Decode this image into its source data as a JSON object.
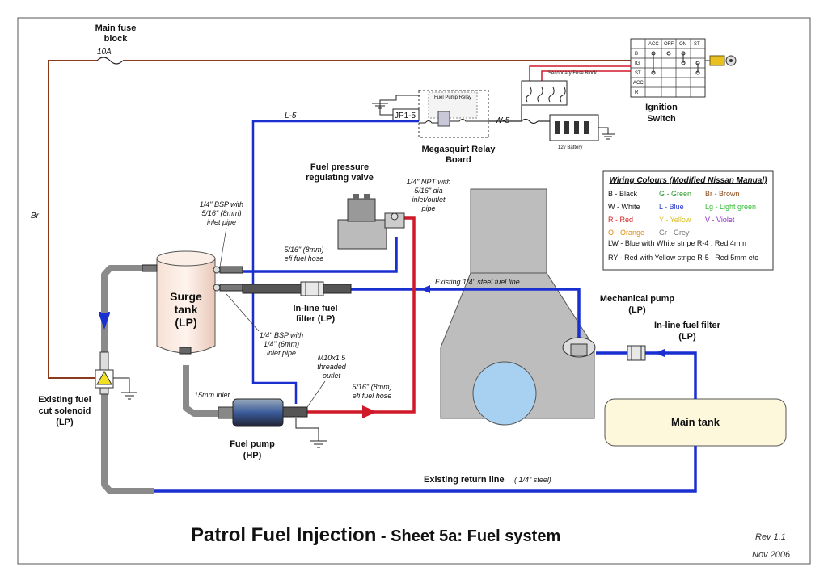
{
  "fuse": {
    "title_line1": "Main fuse",
    "title_line2": "block",
    "rating": "10A"
  },
  "wires": {
    "br": "Br",
    "l5": "L-5",
    "w5": "W-5",
    "jp": "JP1-5"
  },
  "ignition": {
    "line1": "Ignition",
    "line2": "Switch",
    "cols": [
      "ACC",
      "OFF",
      "ON",
      "ST"
    ],
    "rows": [
      "B",
      "IG",
      "ST",
      "ACC",
      "R"
    ]
  },
  "relay_board": {
    "line1": "Megasquirt Relay",
    "line2": "Board",
    "relay_label": "Fuel Pump Relay",
    "secondary_label": "Secondary Fuse Block",
    "battery_label": "12v Battery"
  },
  "fpr": {
    "line1": "Fuel pressure",
    "line2": "regulating valve"
  },
  "notes": {
    "npt": [
      "1/4\" NPT with",
      "5/16\" dia",
      "inlet/outlet",
      "pipe"
    ],
    "bsp_inlet": [
      "1/4\" BSP with",
      "5/16\" (8mm)",
      "inlet pipe"
    ],
    "efi_hose_top": [
      "5/16\" (8mm)",
      "efi fuel hose"
    ],
    "bsp_outlet": [
      "1/4\" BSP with",
      "1/4\" (6mm)",
      "inlet pipe"
    ],
    "threaded": [
      "M10x1.5",
      "threaded",
      "outlet"
    ],
    "efi_hose_bottom": [
      "5/16\" (8mm)",
      "efi fuel hose"
    ],
    "inlet15": "15mm inlet",
    "steel_line": "Existing 1/4\" steel fuel line"
  },
  "components": {
    "surge_tank": [
      "Surge",
      "tank",
      "(LP)"
    ],
    "inline_filter_mid": [
      "In-line fuel",
      "filter (LP)"
    ],
    "mech_pump": [
      "Mechanical pump",
      "(LP)"
    ],
    "inline_filter_right": [
      "In-line fuel filter",
      "(LP)"
    ],
    "main_tank": "Main tank",
    "solenoid": [
      "Existing fuel",
      "cut solenoid",
      "(LP)"
    ],
    "fuel_pump": [
      "Fuel pump",
      "(HP)"
    ],
    "return_line": "Existing return line",
    "return_note": "( 1/4\" steel)"
  },
  "legend": {
    "title": "Wiring Colours (Modified Nissan Manual)",
    "rows": [
      [
        {
          "t": "B  -  Black",
          "c": "#111111"
        },
        {
          "t": "G  -  Green",
          "c": "#2a9a2a"
        },
        {
          "t": "Br  -  Brown",
          "c": "#8a4a1a"
        }
      ],
      [
        {
          "t": "W  -  White",
          "c": "#111111"
        },
        {
          "t": "L  -  Blue",
          "c": "#2233cc"
        },
        {
          "t": "Lg  -  Light green",
          "c": "#33bb33"
        }
      ],
      [
        {
          "t": "R  -  Red",
          "c": "#d02020"
        },
        {
          "t": "Y  -  Yellow",
          "c": "#d8c020"
        },
        {
          "t": "V  -  Violet",
          "c": "#8a2ac0"
        }
      ],
      [
        {
          "t": "O  -  Orange",
          "c": "#e08a10"
        },
        {
          "t": "Gr  -  Grey",
          "c": "#777777"
        },
        {
          "t": "",
          "c": "#111111"
        }
      ]
    ],
    "extra": [
      "LW  -  Blue with White stripe   R-4 : Red 4mm",
      "RY  -  Red with Yellow stripe   R-5 : Red 5mm etc"
    ]
  },
  "title": {
    "main": "Patrol Fuel Injection",
    "dash": " - ",
    "sub": "Sheet 5a: Fuel system"
  },
  "revision": {
    "rev": "Rev 1.1",
    "date": "Nov 2006"
  },
  "colors": {
    "blue_line": "#1a2fd0",
    "red_line": "#d01a2a",
    "brown_wire": "#8b3a1e",
    "grey_line": "#8a8a8a",
    "engine": "#bdbdbd",
    "tank_fill": "#fdf8dc"
  }
}
